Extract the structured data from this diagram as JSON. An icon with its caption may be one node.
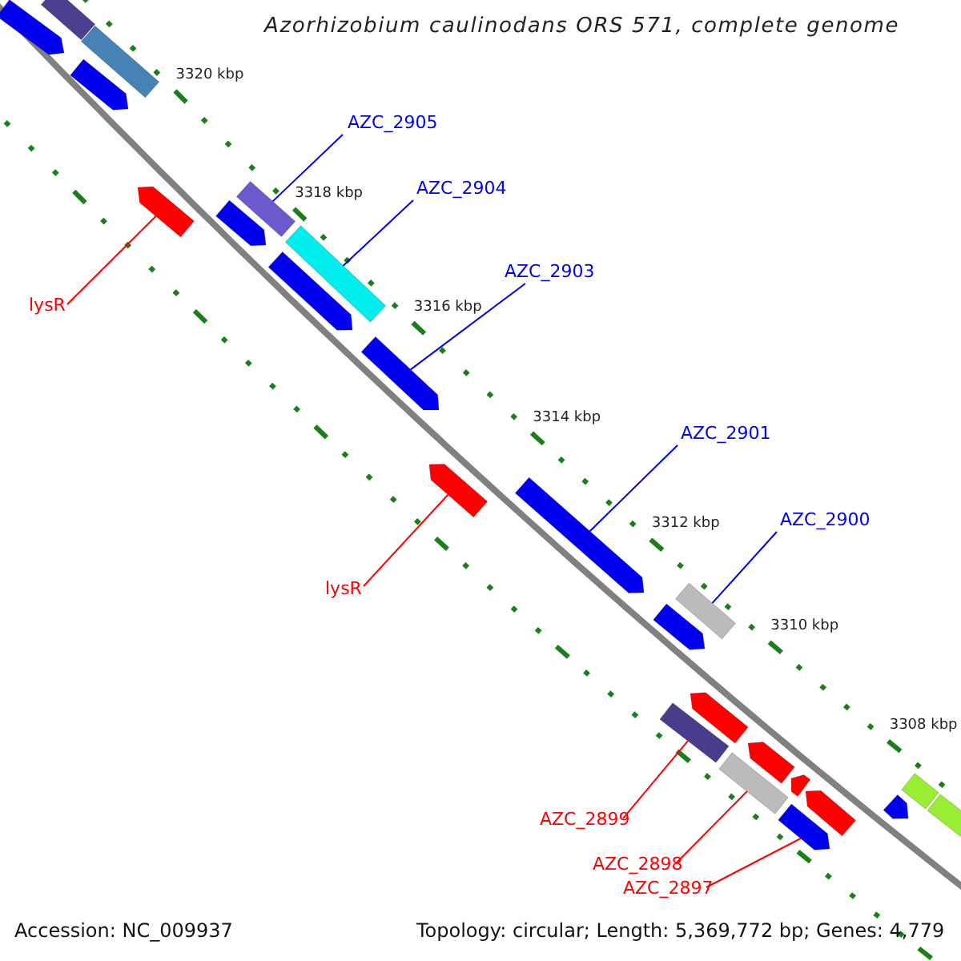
{
  "diagram": {
    "title": "Azorhizobium caulinodans ORS 571, complete genome",
    "nodes": [
      {
        "text": [
          "AZC_2905"
        ]
      },
      {
        "text": [
          "AZC_2904"
        ]
      },
      {
        "text": [
          "AZC_2903"
        ]
      },
      {
        "text": [
          "lysR"
        ]
      },
      {
        "text": [
          "AZC_2901"
        ]
      },
      {
        "text": [
          "AZC_2900"
        ]
      },
      {
        "text": [
          "lysR"
        ]
      },
      {
        "text": [
          "AZC_2899"
        ]
      },
      {
        "text": [
          "AZC_2898"
        ]
      },
      {
        "text": [
          "AZC_2897"
        ]
      },
      {
        "text": [],
        "shape": "bar"
      },
      {
        "text": [],
        "shape": "bar"
      },
      {
        "text": [],
        "shape": "bar"
      },
      {
        "text": [],
        "shape": "bar"
      },
      {
        "text": [],
        "shape": "bar"
      },
      {
        "text": [],
        "shape": "bar"
      },
      {
        "text": [],
        "shape": "bar"
      },
      {
        "text": [],
        "shape": "bar"
      },
      {
        "text": [],
        "shape": "bar"
      },
      {
        "text": [],
        "shape": "bar"
      },
      {
        "text": [],
        "shape": "bar"
      },
      {
        "text": [],
        "shape": "bar"
      },
      {
        "text": [],
        "shape": "bar"
      },
      {
        "text": [],
        "shape": "bar"
      },
      {
        "text": [],
        "shape": "bar"
      },
      {
        "text": [],
        "shape": "bar"
      },
      {
        "text": [],
        "shape": "bar"
      },
      {
        "text": [],
        "shape": "bar"
      },
      {
        "text": [],
        "shape": "bar"
      },
      {
        "text": [],
        "shape": "bar"
      },
      {
        "text": [],
        "shape": "bar"
      },
      {
        "text": [],
        "shape": "bar"
      },
      {
        "text": [],
        "shape": "bar"
      },
      {
        "text": [],
        "shape": "bar"
      }
    ],
    "edges": [
      {
        "from": 0,
        "to": 15,
        "arrow": "none"
      },
      {
        "from": 1,
        "to": 17,
        "arrow": "none"
      },
      {
        "from": 2,
        "to": 19,
        "arrow": "none"
      },
      {
        "from": 3,
        "to": 14,
        "arrow": "none",
        "color": "#ff0000"
      },
      {
        "from": 4,
        "to": 21,
        "arrow": "none"
      },
      {
        "from": 5,
        "to": 22,
        "arrow": "none"
      },
      {
        "from": 6,
        "to": 20,
        "arrow": "none",
        "color": "#ff0000"
      },
      {
        "from": 7,
        "to": 25,
        "arrow": "none",
        "color": "#ff0000"
      },
      {
        "from": 8,
        "to": 27,
        "arrow": "none",
        "color": "#ff0000"
      },
      {
        "from": 9,
        "to": 29,
        "arrow": "none",
        "color": "#ff0000"
      }
    ],
    "labels": [
      "3320 kbp",
      "3318 kbp",
      "3316 kbp",
      "3314 kbp",
      "3312 kbp",
      "3310 kbp",
      "3308 kbp",
      "Accession: NC_009937",
      "Topology: circular; Length: 5,369,772 bp; Genes: 4,779"
    ]
  }
}
